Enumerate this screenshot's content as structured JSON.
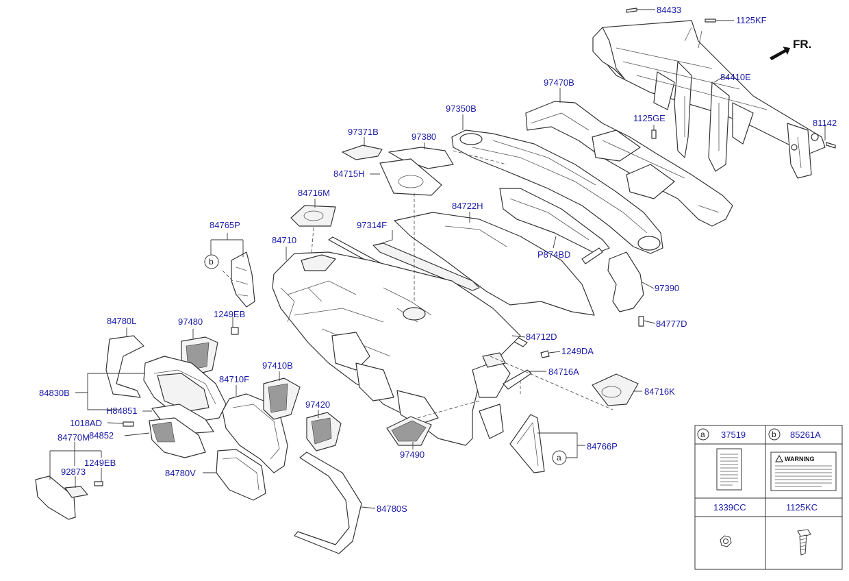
{
  "front_indicator": "FR.",
  "callouts": {
    "c84433": "84433",
    "c1125KF": "1125KF",
    "c84410E": "84410E",
    "c97470B": "97470B",
    "c1125GE": "1125GE",
    "c81142": "81142",
    "c97350B": "97350B",
    "c97371B": "97371B",
    "c97380": "97380",
    "c84715H": "84715H",
    "c84716M": "84716M",
    "c84722H": "84722H",
    "c97314F": "97314F",
    "cP874BD": "P874BD",
    "c84765P": "84765P",
    "c84710": "84710",
    "c97390": "97390",
    "c84777D": "84777D",
    "c84712D": "84712D",
    "c84780L": "84780L",
    "c97480": "97480",
    "c1249EB_a": "1249EB",
    "c1249DA": "1249DA",
    "c84716A": "84716A",
    "c84716K": "84716K",
    "c84830B": "84830B",
    "c97410B": "97410B",
    "c84710F": "84710F",
    "cH84851": "H84851",
    "c1018AD": "1018AD",
    "c84852": "84852",
    "c97420": "97420",
    "c84770M": "84770M",
    "c92873": "92873",
    "c1249EB_b": "1249EB",
    "c84780V": "84780V",
    "c97490": "97490",
    "c84766P": "84766P",
    "c84780S": "84780S"
  },
  "ref_circles": {
    "b_left": "b",
    "a_right": "a"
  },
  "legend": {
    "cells": [
      {
        "letter": "a",
        "code": "37519"
      },
      {
        "letter": "b",
        "code": "85261A"
      },
      {
        "letter": "",
        "code": "1339CC"
      },
      {
        "letter": "",
        "code": "1125KC"
      }
    ],
    "warning_label": "WARNING"
  }
}
